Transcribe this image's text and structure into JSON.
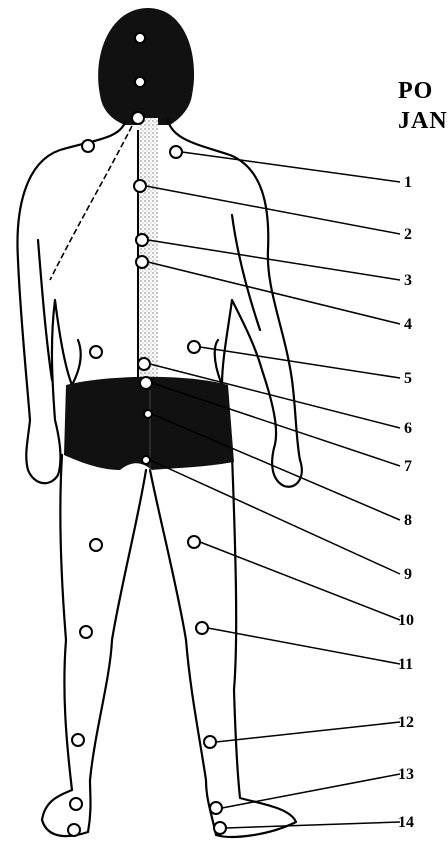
{
  "title": {
    "line1": "PO",
    "line2": "JAN"
  },
  "labels": [
    "1",
    "2",
    "3",
    "4",
    "5",
    "6",
    "7",
    "8",
    "9",
    "10",
    "11",
    "12",
    "13",
    "14"
  ],
  "colors": {
    "ink": "#000000",
    "paper": "#ffffff",
    "spine": "#cccccc",
    "shorts": "#111111"
  }
}
